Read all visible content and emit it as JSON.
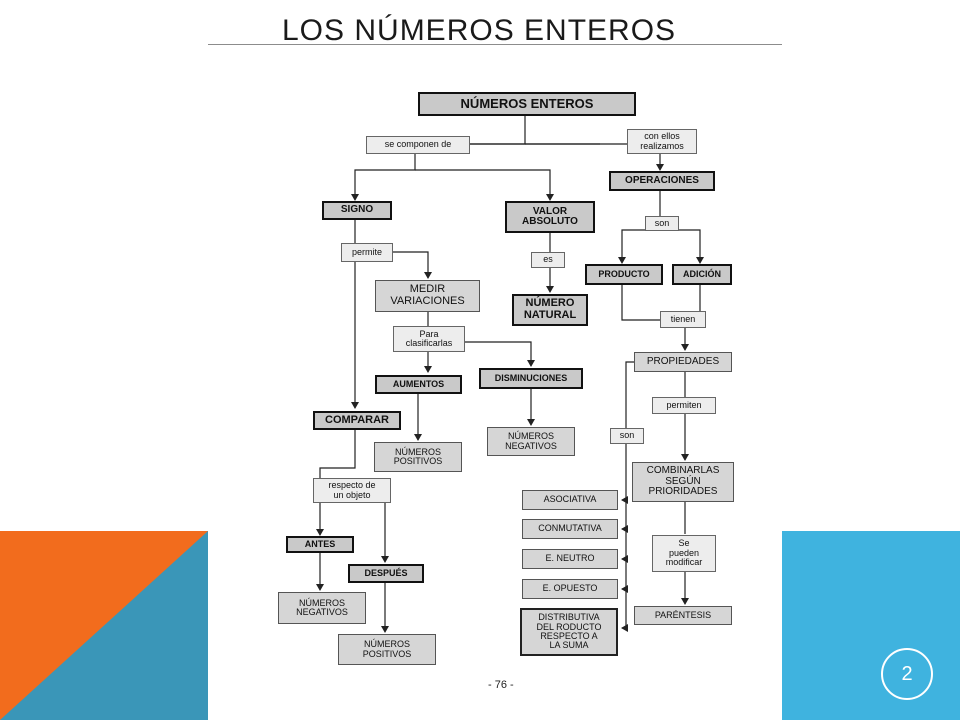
{
  "slide": {
    "title": "LOS NÚMEROS ENTEROS",
    "page_badge": "2",
    "scan_page_number": "- 76 -",
    "colors": {
      "orange": "#f26c1d",
      "teal": "#3a96b8",
      "blue": "#3fb3df"
    }
  },
  "diagram": {
    "numeros_enteros": "NÚMEROS  ENTEROS",
    "se_componen_de": "se componen de",
    "con_ellos_realizamos": "con ellos\nrealizamos",
    "operaciones": "OPERACIONES",
    "signo": "SIGNO",
    "valor_absoluto": "VALOR\nABSOLUTO",
    "son_1": "son",
    "permite": "permite",
    "es": "es",
    "producto": "PRODUCTO",
    "adicion": "ADICIÓN",
    "medir_variaciones": "MEDIR\nVARIACIONES",
    "numero_natural": "NÚMERO\nNATURAL",
    "tienen": "tienen",
    "para_clasificarlas": "Para\nclasificarlas",
    "propiedades": "PROPIEDADES",
    "aumentos": "AUMENTOS",
    "disminuciones": "DISMINUCIONES",
    "permiten": "permiten",
    "comparar": "COMPARAR",
    "son_2": "son",
    "numeros_positivos_1": "NÚMEROS\nPOSITIVOS",
    "numeros_negativos_1": "NÚMEROS\nNEGATIVOS",
    "combinarlas": "COMBINARLAS\nSEGÚN\nPRIORIDADES",
    "respecto_de_un_objeto": "respecto de\nun objeto",
    "asociativa": "ASOCIATIVA",
    "conmutativa": "CONMUTATIVA",
    "antes": "ANTES",
    "se_pueden_modificar": "Se\npueden\nmodificar",
    "e_neutro": "E. NEUTRO",
    "despues": "DESPUÉS",
    "e_opuesto": "E. OPUESTO",
    "numeros_negativos_2": "NÚMEROS\nNEGATIVOS",
    "parentesis": "PARÉNTESIS",
    "distributiva": "DISTRIBUTIVA\nDEL RODUCTO\nRESPECTO A\nLA SUMA",
    "numeros_positivos_2": "NÚMEROS\nPOSITIVOS"
  }
}
